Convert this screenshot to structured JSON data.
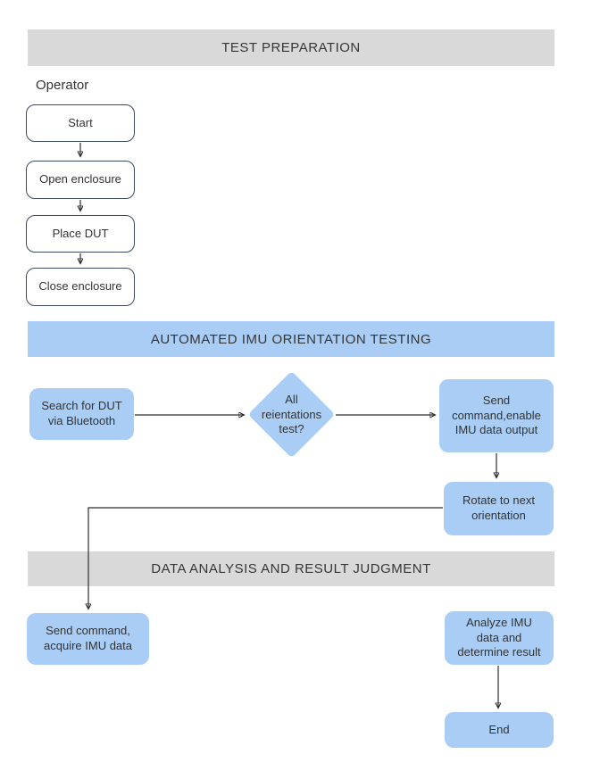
{
  "sections": [
    {
      "title": "TEST PREPARATION"
    },
    {
      "title": "AUTOMATED IMU ORIENTATION TESTING"
    },
    {
      "title": "DATA ANALYSIS AND RESULT JUDGMENT"
    }
  ],
  "lane_label": "Operator",
  "nodes": [
    {
      "id": "start",
      "label": "Start"
    },
    {
      "id": "open-enclosure",
      "label": "Open enclosure"
    },
    {
      "id": "place-dut",
      "label": "Place DUT"
    },
    {
      "id": "close-enclosure",
      "label": "Close enclosure"
    },
    {
      "id": "search-dut",
      "label": "Search for DUT\nvia Bluetooth"
    },
    {
      "id": "all-orientations-decision",
      "label": "All\nreientations\ntest?"
    },
    {
      "id": "send-command-enable",
      "label": "Send\ncommand,enable\nIMU data output"
    },
    {
      "id": "rotate-next-orientation",
      "label": "Rotate to next\norientation"
    },
    {
      "id": "send-command-acquire",
      "label": "Send command,\nacquire IMU data"
    },
    {
      "id": "analyze-imu-data",
      "label": "Analyze IMU\ndata and\ndetermine result"
    },
    {
      "id": "end",
      "label": "End"
    }
  ],
  "colors": {
    "section_gray": "#d9d9d9",
    "section_blue": "#a9cdf5",
    "node_blue": "#a9cdf5",
    "node_white": "#ffffff",
    "node_border": "#3c4a63",
    "connector": "#2e2e2e",
    "text": "#333333"
  }
}
